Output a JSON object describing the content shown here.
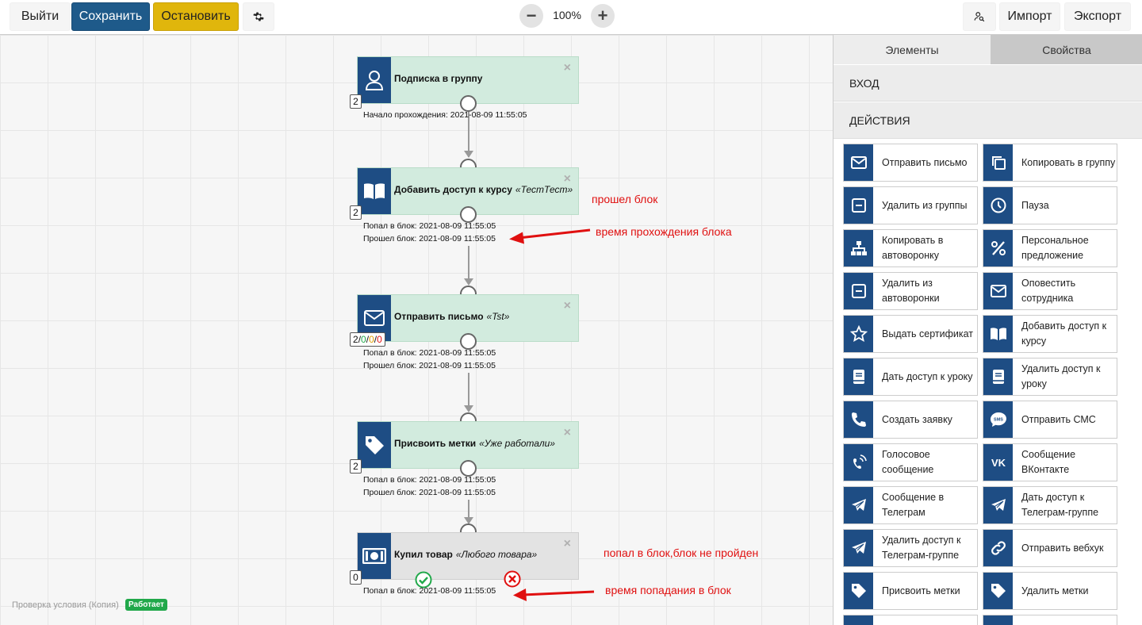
{
  "toolbar": {
    "exit": "Выйти",
    "save": "Сохранить",
    "stop": "Остановить",
    "zoom_out": "−",
    "zoom_level": "100%",
    "zoom_in": "+",
    "import": "Импорт",
    "export": "Экспорт"
  },
  "canvas": {
    "nodes": [
      {
        "title": "Подписка в группу",
        "subtitle": "",
        "count": "2",
        "close": "×",
        "stats": [
          "Начало прохождения: 2021-08-09 11:55:05"
        ]
      },
      {
        "title": "Добавить доступ к курсу",
        "subtitle": "«ТестТест»",
        "count": "2",
        "close": "×",
        "stats": [
          "Попал в блок: 2021-08-09 11:55:05",
          "Прошел блок: 2021-08-09 11:55:05"
        ]
      },
      {
        "title": "Отправить письмо",
        "subtitle": "«Tst»",
        "count_parts": [
          "2",
          "/",
          "0",
          "/",
          "0",
          "/",
          "0"
        ],
        "close": "×",
        "stats": [
          "Попал в блок: 2021-08-09 11:55:05",
          "Прошел блок: 2021-08-09 11:55:05"
        ]
      },
      {
        "title": "Присвоить метки",
        "subtitle": "«Уже работали»",
        "count": "2",
        "close": "×",
        "stats": [
          "Попал в блок: 2021-08-09 11:55:05",
          "Прошел блок: 2021-08-09 11:55:05"
        ]
      },
      {
        "title": "Купил товар",
        "subtitle": "«Любого товара»",
        "count": "0",
        "close": "×",
        "stats": [
          "Попал в блок: 2021-08-09 11:55:05"
        ]
      }
    ],
    "annotations": [
      "прошел блок",
      "время прохождения блока",
      "попал в блок,блок не пройден",
      "время попадания в блок"
    ],
    "footer_label": "Проверка условия (Копия)",
    "footer_badge": "Работает"
  },
  "panel": {
    "tabs": [
      "Элементы",
      "Свойства"
    ],
    "sections": [
      "ВХОД",
      "ДЕЙСТВИЯ"
    ],
    "items": [
      {
        "label": "Отправить письмо",
        "icon": "envelope-icon"
      },
      {
        "label": "Копировать в группу",
        "icon": "copy-icon"
      },
      {
        "label": "Удалить из группы",
        "icon": "minus-square-icon"
      },
      {
        "label": "Пауза",
        "icon": "clock-icon"
      },
      {
        "label": "Копировать в автоворонку",
        "icon": "sitemap-icon"
      },
      {
        "label": "Персональное предложение",
        "icon": "percent-icon"
      },
      {
        "label": "Удалить из автоворонки",
        "icon": "minus-square-icon"
      },
      {
        "label": "Оповестить сотрудника",
        "icon": "envelope-icon"
      },
      {
        "label": "Выдать сертификат",
        "icon": "star-icon"
      },
      {
        "label": "Добавить доступ к курсу",
        "icon": "book-icon"
      },
      {
        "label": "Дать доступ к уроку",
        "icon": "book-closed-icon"
      },
      {
        "label": "Удалить доступ к уроку",
        "icon": "book-closed-icon"
      },
      {
        "label": "Создать заявку",
        "icon": "phone-icon"
      },
      {
        "label": "Отправить СМС",
        "icon": "sms-icon"
      },
      {
        "label": "Голосовое сообщение",
        "icon": "phone-volume-icon"
      },
      {
        "label": "Сообщение ВКонтакте",
        "icon": "vk-icon"
      },
      {
        "label": "Сообщение в Телеграм",
        "icon": "telegram-icon"
      },
      {
        "label": "Дать доступ к Телеграм-группе",
        "icon": "telegram-icon"
      },
      {
        "label": "Удалить доступ к Телеграм-группе",
        "icon": "telegram-icon"
      },
      {
        "label": "Отправить вебхук",
        "icon": "link-icon"
      },
      {
        "label": "Присвоить метки",
        "icon": "tag-icon"
      },
      {
        "label": "Удалить метки",
        "icon": "tag-icon"
      }
    ]
  },
  "colors": {
    "primary": "#1e5a8a",
    "warning": "#e0b60c",
    "node_green": "#d2ebde",
    "node_gray": "#e3e3e3",
    "icon_blue": "#1e4d84",
    "annotation_red": "#e01010",
    "count_green": "#21a84a",
    "count_orange": "#e0a000",
    "count_red": "#e01010"
  }
}
